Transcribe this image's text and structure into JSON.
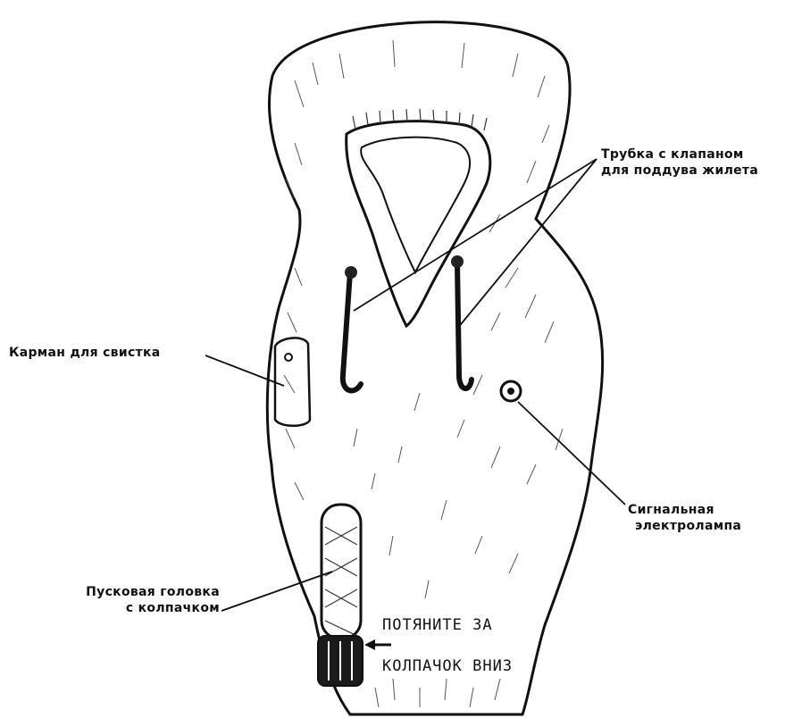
{
  "labels": {
    "tube_valve": {
      "line1": "Трубка с клапаном",
      "line2": "для поддува жилета"
    },
    "whistle_pocket": "Карман для свистка",
    "signal_lamp": {
      "line1": "Сигнальная",
      "line2": "электролампа"
    },
    "trigger_head": {
      "line1": "Пусковая головка",
      "line2": "с колпачком"
    }
  },
  "vest_print": {
    "line1": "ПОТЯНИТЕ  ЗА",
    "line2": "КОЛПАЧОК  ВНИЗ"
  }
}
